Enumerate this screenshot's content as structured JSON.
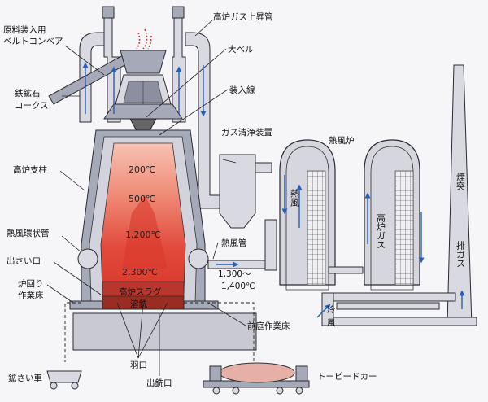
{
  "labels": {
    "conveyor": [
      "原料装入用",
      "ベルトコンベア"
    ],
    "ore_coke": [
      "鉄鉱石",
      "コークス"
    ],
    "furnace_column": "高炉支柱",
    "bustle_pipe": "熱風環状管",
    "slag_outlet": "出さい口",
    "cast_floor": [
      "炉回り",
      "作業床"
    ],
    "slag_car": "鉱さい車",
    "tuyere": "羽口",
    "taphole": "出銑口",
    "torpedo": "トーピードカー",
    "front_floor": "前庭作業床",
    "uptake": "高炉ガス上昇管",
    "bell": "大ベル",
    "charge_line": "装入線",
    "gas_cleaner": "ガス清浄装置",
    "hot_stove": "熱風炉",
    "hot_blast_main": "熱風管",
    "stack": "煙突",
    "exhaust": "排ガス",
    "cold_blast": [
      "冷",
      "風"
    ],
    "hot_air_vertical": "熱風",
    "bf_gas_vertical": "高炉ガス",
    "slag": "高炉スラグ",
    "pig_iron": "溶銑",
    "blast_temp": [
      "1,300〜",
      "1,400℃"
    ]
  },
  "temperatures": [
    "200℃",
    "500℃",
    "1,200℃",
    "2,300℃"
  ],
  "colors": {
    "hot_core": "#e24a3c",
    "warm": "#f29a86",
    "flow_arrow": "#2a5fb8",
    "steel": "#a6a9b8"
  }
}
